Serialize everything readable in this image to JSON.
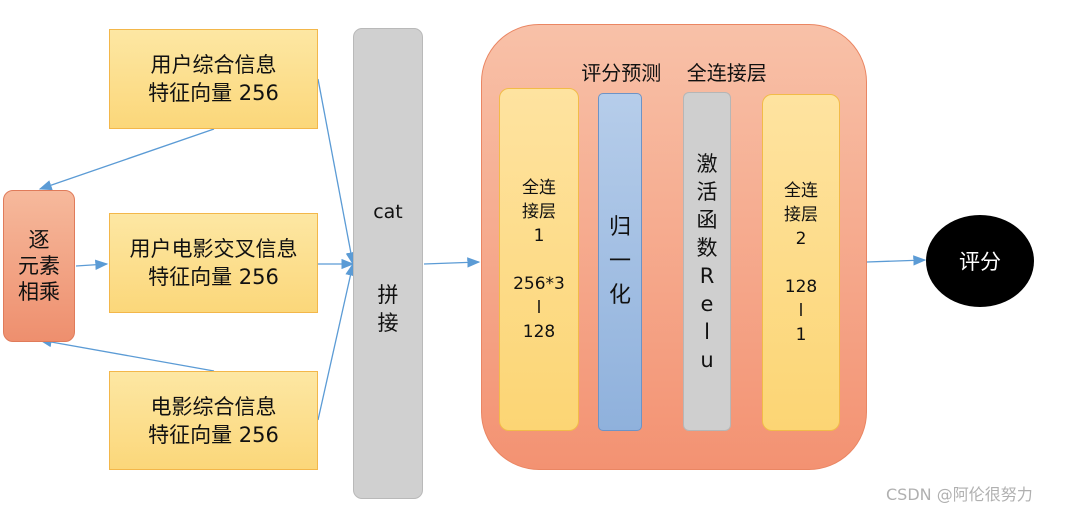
{
  "features": {
    "user": {
      "line1": "用户综合信息",
      "line2": "特征向量 256"
    },
    "cross": {
      "line1": "用户电影交叉信息",
      "line2": "特征向量 256"
    },
    "movie": {
      "line1": "电影综合信息",
      "line2": "特征向量 256"
    }
  },
  "elementwise": {
    "line1": "逐",
    "line2": "元素",
    "line3": "相乘"
  },
  "concat": {
    "top": "cat",
    "bottom1": "拼",
    "bottom2": "接"
  },
  "head": {
    "title": "评分预测    全连接层",
    "fc1": {
      "l1": "全连",
      "l2": "接层",
      "l3": "1",
      "l4": "256*3",
      "l5": "l",
      "l6": "128"
    },
    "norm": {
      "l1": "归",
      "l2": "一",
      "l3": "化"
    },
    "relu": {
      "l1": "激",
      "l2": "活",
      "l3": "函",
      "l4": "数",
      "l5": "R",
      "l6": "e",
      "l7": "l",
      "l8": "u"
    },
    "fc2": {
      "l1": "全连",
      "l2": "接层",
      "l3": "2",
      "l4": "128",
      "l5": "l",
      "l6": "1"
    }
  },
  "output": {
    "label": "评分"
  },
  "watermark": "CSDN @阿伦很努力",
  "colors": {
    "arrow": "#5b9bd5",
    "feature_fill": "#fbd77a",
    "panel_fill": "#f39272",
    "norm_fill": "#8fb1dc",
    "output_fill": "#000000"
  }
}
